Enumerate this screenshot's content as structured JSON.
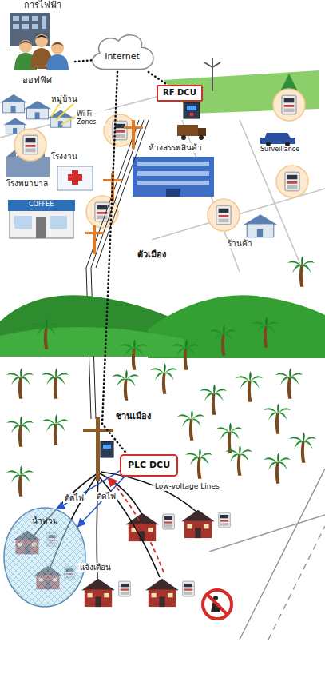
{
  "diagram": {
    "nodes": [
      {
        "text": [
          "การไฟฟ้า",
          "ออฟฟิศ"
        ]
      },
      {
        "text": [
          "Internet"
        ]
      },
      {
        "text": [
          "RF DCU"
        ]
      },
      {
        "text": [
          "PLC DCU"
        ]
      },
      {
        "text": [
          "น้ำท่วม"
        ]
      }
    ],
    "edges": [
      {
        "from": 0,
        "to": 1,
        "arrow": "none"
      },
      {
        "from": 1,
        "to": 2,
        "arrow": "none"
      },
      {
        "from": 1,
        "to": 3,
        "arrow": "none"
      },
      {
        "from": 3,
        "to": 4,
        "label": "ตัดไฟ",
        "arrow": "to"
      },
      {
        "from": 3,
        "to": 4,
        "label": "ตัดไฟ",
        "arrow": "to"
      }
    ],
    "labels": [
      "หมู่บ้าน",
      "Wi-Fi Zones",
      "โรงงาน",
      "ห้างสรรพสินค้า",
      "โรงพยาบาล",
      "Surveillance",
      "COFFEE",
      "ตัวเมือง",
      "ร้านค้า",
      "ชานเมือง",
      "Low-voltage Lines",
      "แจ้งเตือน"
    ]
  }
}
